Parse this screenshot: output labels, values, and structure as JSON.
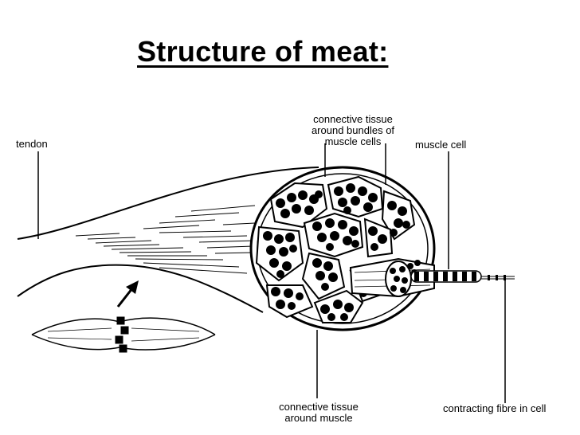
{
  "title": "Structure of meat:",
  "labels": {
    "tendon": "tendon",
    "connective_bundles": [
      "connective tissue",
      "around bundles of",
      "muscle cells"
    ],
    "muscle_cell": "muscle cell",
    "connective_muscle": [
      "connective tissue",
      "around muscle"
    ],
    "contracting_fibre": "contracting fibre in cell"
  }
}
